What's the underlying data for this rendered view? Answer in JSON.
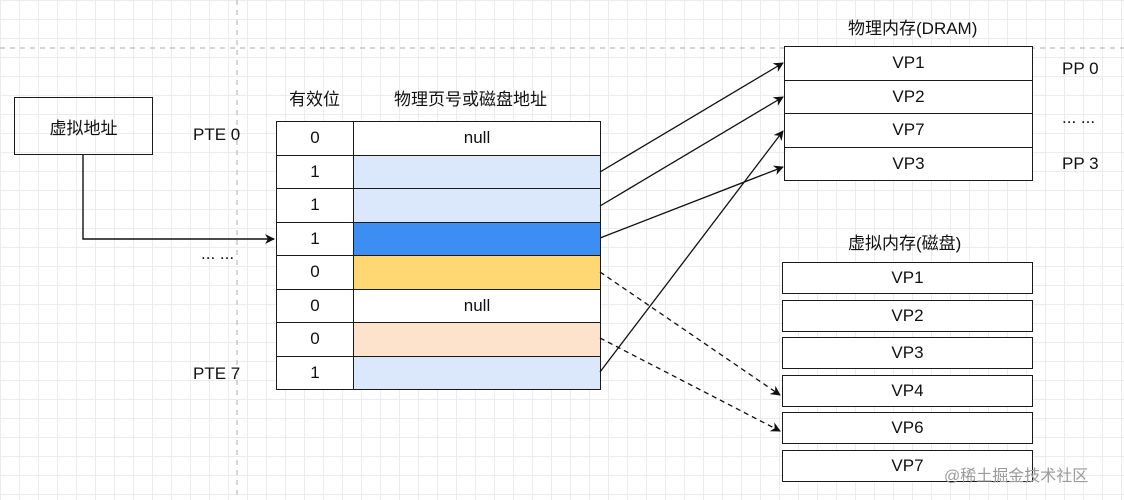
{
  "labels": {
    "virtual_address": "虚拟地址",
    "valid_header": "有效位",
    "ppn_header": "物理页号或磁盘地址",
    "pte0": "PTE 0",
    "pte7": "PTE 7",
    "ellipsis_left": "... ...",
    "dram_title": "物理内存(DRAM)",
    "disk_title": "虚拟内存(磁盘)",
    "pp0": "PP 0",
    "pp_dots": "... ...",
    "pp3": "PP 3",
    "watermark": "@稀土掘金技术社区"
  },
  "page_table": [
    {
      "valid": "0",
      "content": "null",
      "color": "#ffffff"
    },
    {
      "valid": "1",
      "content": "",
      "color": "#dbe8fc"
    },
    {
      "valid": "1",
      "content": "",
      "color": "#dbe8fc"
    },
    {
      "valid": "1",
      "content": "",
      "color": "#3d8ef2"
    },
    {
      "valid": "0",
      "content": "",
      "color": "#ffd873"
    },
    {
      "valid": "0",
      "content": "null",
      "color": "#ffffff"
    },
    {
      "valid": "0",
      "content": "",
      "color": "#fde3cb"
    },
    {
      "valid": "1",
      "content": "",
      "color": "#dbe8fc"
    }
  ],
  "dram": [
    "VP1",
    "VP2",
    "VP7",
    "VP3"
  ],
  "disk": [
    "VP1",
    "VP2",
    "VP3",
    "VP4",
    "VP6",
    "VP7"
  ]
}
